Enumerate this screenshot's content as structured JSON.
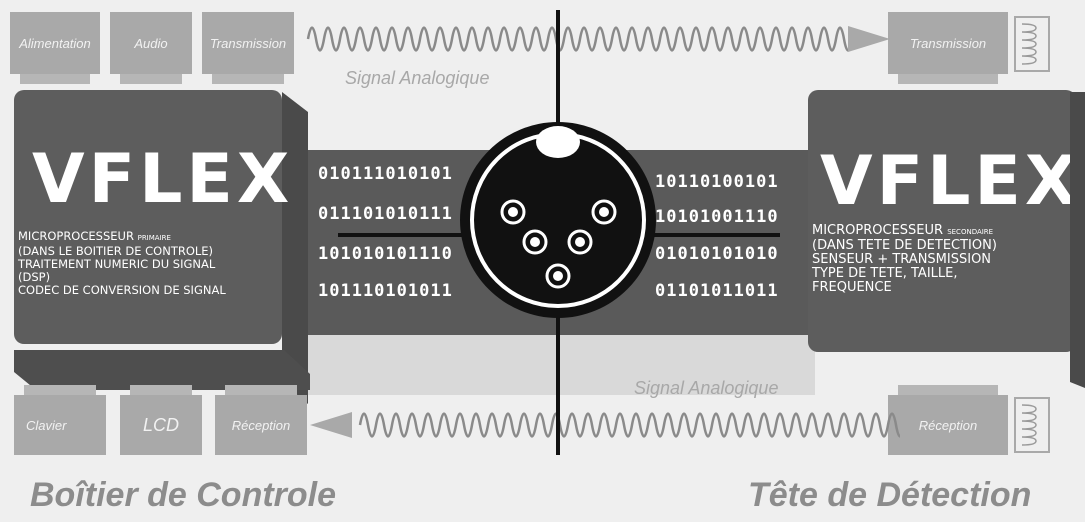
{
  "left": {
    "top_chips": [
      "Alimentation",
      "Audio",
      "Transmission"
    ],
    "bottom_chips": [
      "Clavier",
      "LCD",
      "Réception"
    ],
    "brand": "VFLEX",
    "spec_lines": [
      {
        "main": "MICROPROCESSEUR ",
        "small": "PRIMAIRE"
      },
      {
        "main": "(DANS LE BOITIER DE CONTROLE)",
        "small": ""
      },
      {
        "main": "TRAITEMENT NUMERIC DU SIGNAL",
        "small": ""
      },
      {
        "main": "(DSP)",
        "small": ""
      },
      {
        "main": "CODEC DE CONVERSION DE SIGNAL",
        "small": ""
      }
    ],
    "binary": [
      "010111010101",
      "011101010111",
      "101010101110",
      "101110101011"
    ],
    "footer": "Boîtier de Controle"
  },
  "right": {
    "top_chip": "Transmission",
    "bottom_chip": "Réception",
    "brand": "VFLEX",
    "spec_lines": [
      {
        "main": "MICROPROCESSEUR ",
        "small": "SECONDAIRE"
      },
      {
        "main": " (DANS TETE DE DETECTION)",
        "small": ""
      },
      {
        "main": "SENSEUR + TRANSMISSION",
        "small": ""
      },
      {
        "main": "TYPE DE TETE, TAILLE,",
        "small": ""
      },
      {
        "main": "FREQUENCE",
        "small": ""
      }
    ],
    "binary": [
      "10110100101",
      "10101001110",
      "01010101010",
      "01101011011"
    ],
    "footer": "Tête de Détection"
  },
  "signal_label_top": "Signal Analogique",
  "signal_label_bottom": "Signal Analogique",
  "colors": {
    "background": "#efefef",
    "panel": "#5d5d5d",
    "chip": "#a9a9a9",
    "wave": "#8a8a8a",
    "connector": "#111111"
  }
}
